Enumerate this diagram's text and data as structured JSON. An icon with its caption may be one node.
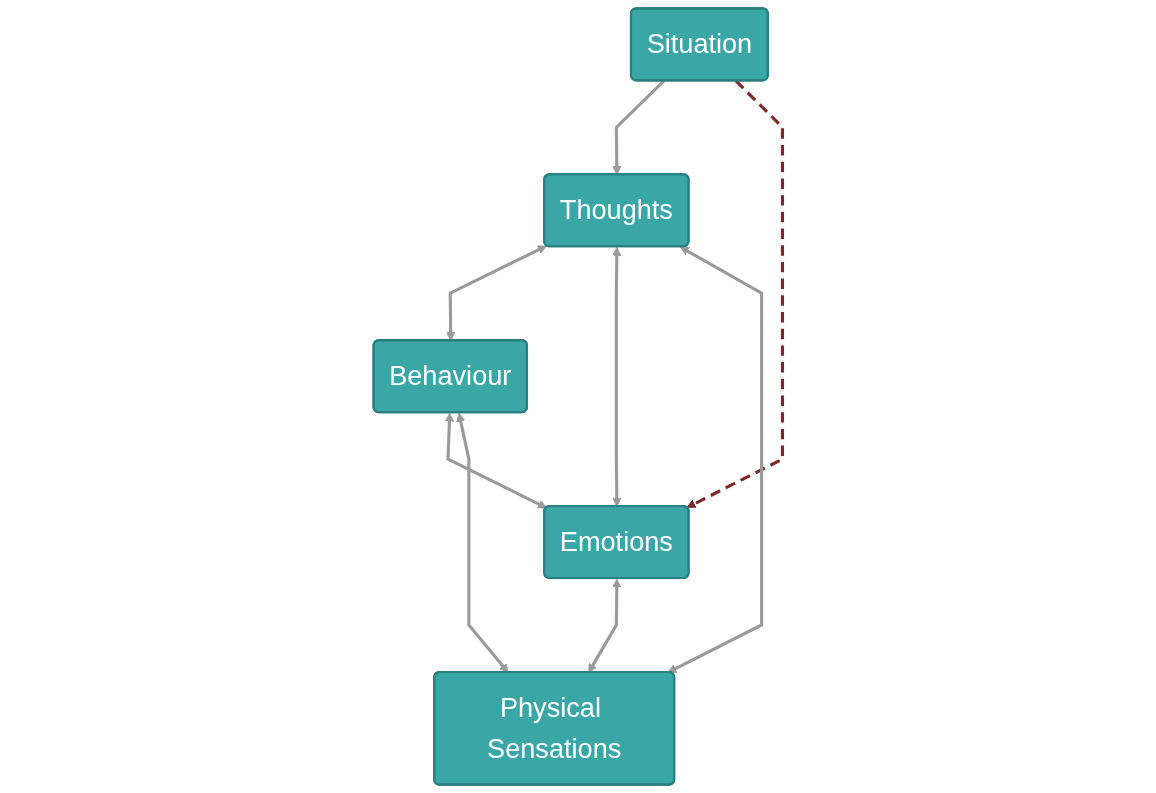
{
  "diagram": {
    "nodes": [
      {
        "text": [
          "Situation"
        ]
      },
      {
        "text": [
          "Thoughts"
        ]
      },
      {
        "text": [
          "Behaviour"
        ]
      },
      {
        "text": [
          "Emotions"
        ]
      },
      {
        "text": [
          "Physical Sensations"
        ]
      }
    ],
    "edges": [
      {
        "from": 0,
        "to": 1,
        "arrow": "to"
      },
      {
        "from": 0,
        "to": 3,
        "arrow": "to",
        "style": "dashed",
        "color": "#7a2a2a"
      },
      {
        "from": 1,
        "to": 2,
        "arrow": "both"
      },
      {
        "from": 1,
        "to": 3,
        "arrow": "both"
      },
      {
        "from": 2,
        "to": 3,
        "arrow": "both"
      },
      {
        "from": 1,
        "to": 4,
        "arrow": "both"
      },
      {
        "from": 2,
        "to": 4,
        "arrow": "both"
      },
      {
        "from": 3,
        "to": 4,
        "arrow": "both"
      }
    ]
  }
}
